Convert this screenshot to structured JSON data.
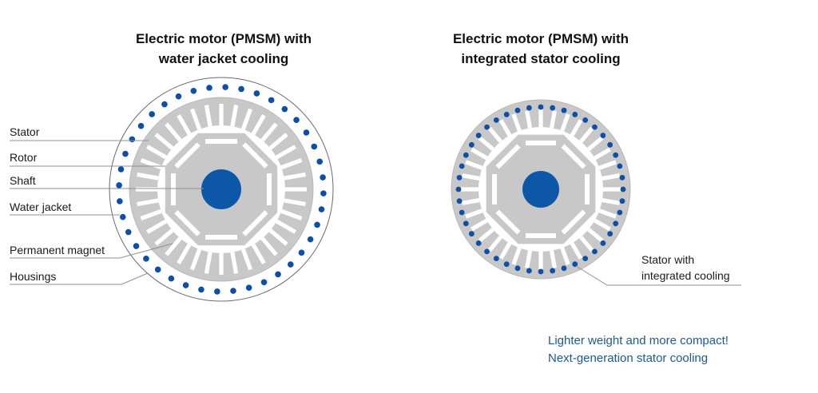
{
  "left_diagram": {
    "title_line1": "Electric motor (PMSM) with",
    "title_line2": "water jacket cooling",
    "labels": [
      "Stator",
      "Rotor",
      "Shaft",
      "Water jacket",
      "Permanent magnet",
      "Housings"
    ]
  },
  "right_diagram": {
    "title_line1": "Electric motor (PMSM) with",
    "title_line2": "integrated stator cooling",
    "label_line1": "Stator with",
    "label_line2": "integrated cooling"
  },
  "note": {
    "line1": "Lighter weight and more compact!",
    "line2": "Next-generation stator cooling"
  },
  "colors": {
    "stator_gray": "#c8c8c8",
    "dot_blue": "#0d4ea6",
    "shaft_blue": "#0d57a8",
    "note_blue": "#1d5a8c",
    "leader_gray": "#909090"
  }
}
